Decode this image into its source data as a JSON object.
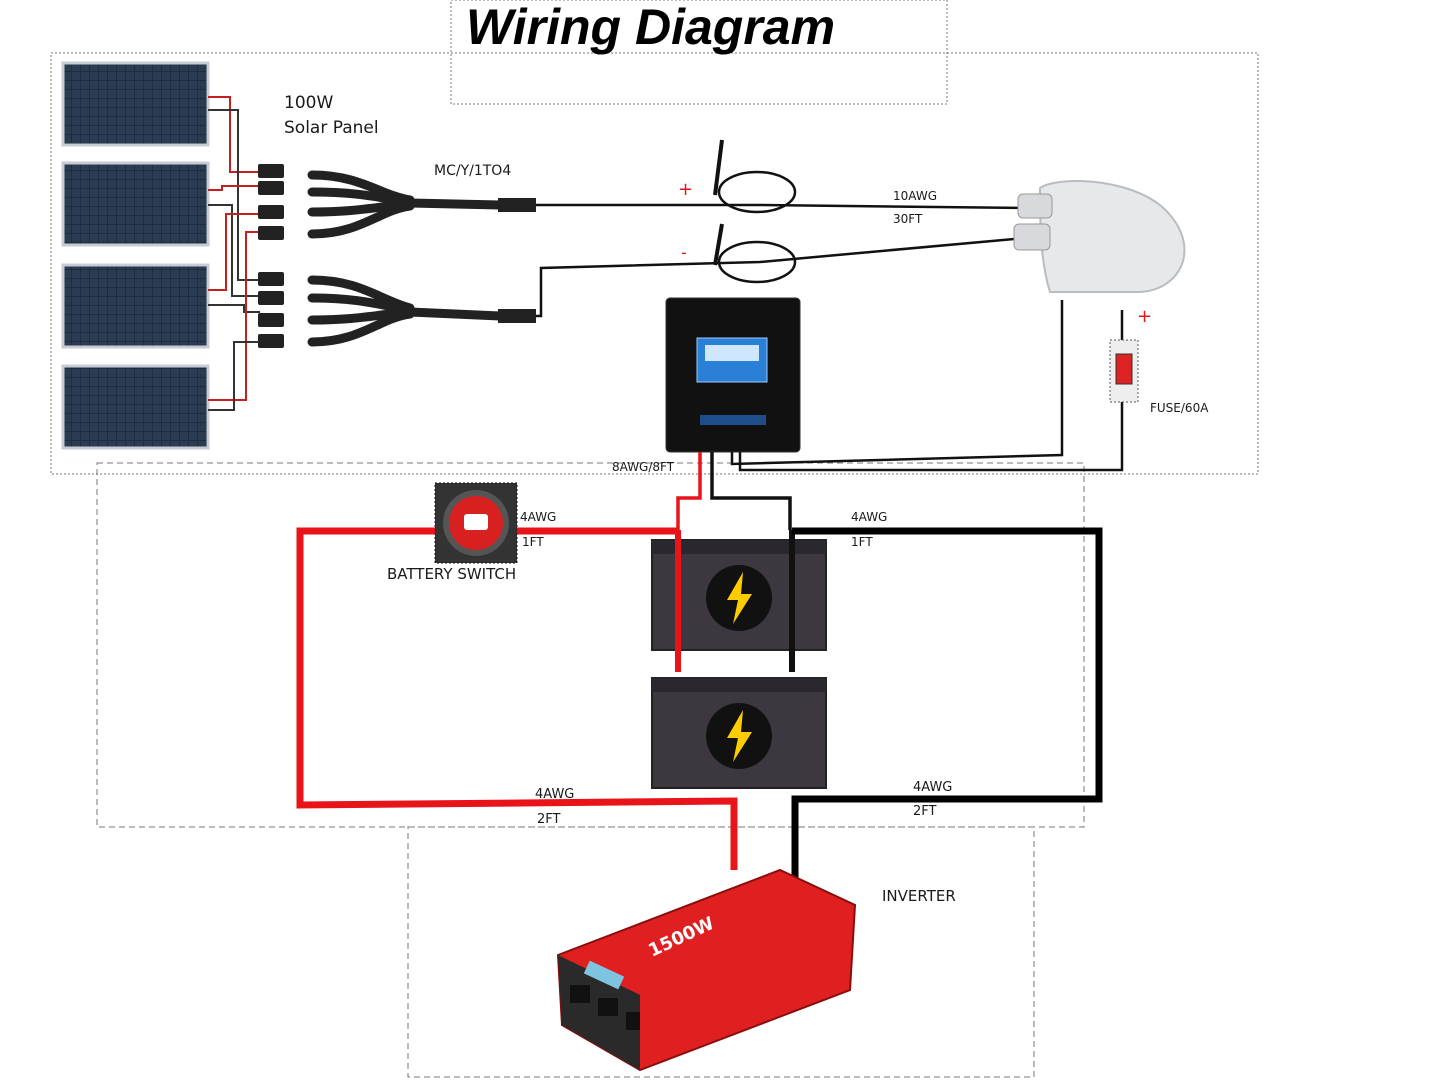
{
  "title": "Wiring Diagram",
  "labels": {
    "solar_panel_line1": "100W",
    "solar_panel_line2": "Solar Panel",
    "branch_connector": "MC/Y/1TO4",
    "plus_sign_top": "+",
    "minus_sign": "-",
    "cable_gauge_pv": "10AWG",
    "cable_length_pv": "30FT",
    "plus_sign_fuse": "+",
    "fuse": "FUSE/60A",
    "controller_cable": "8AWG/8FT",
    "battery_switch": "BATTERY SWITCH",
    "switch_cable_gauge": "4AWG",
    "switch_cable_length": "1FT",
    "battery_neg_gauge": "4AWG",
    "battery_neg_length": "1FT",
    "inverter_pos_gauge": "4AWG",
    "inverter_pos_length": "2FT",
    "inverter_neg_gauge": "4AWG",
    "inverter_neg_length": "2FT",
    "inverter": "INVERTER",
    "inverter_badge": "1500W"
  },
  "colors": {
    "positive_wire": "#e8141a",
    "negative_wire": "#000000",
    "panel_dark": "#1c2a3a",
    "battery_body": "#3d3840",
    "inverter_red": "#e02020",
    "controller_screen": "#2a7fd6",
    "dashed_box": "#666666"
  }
}
